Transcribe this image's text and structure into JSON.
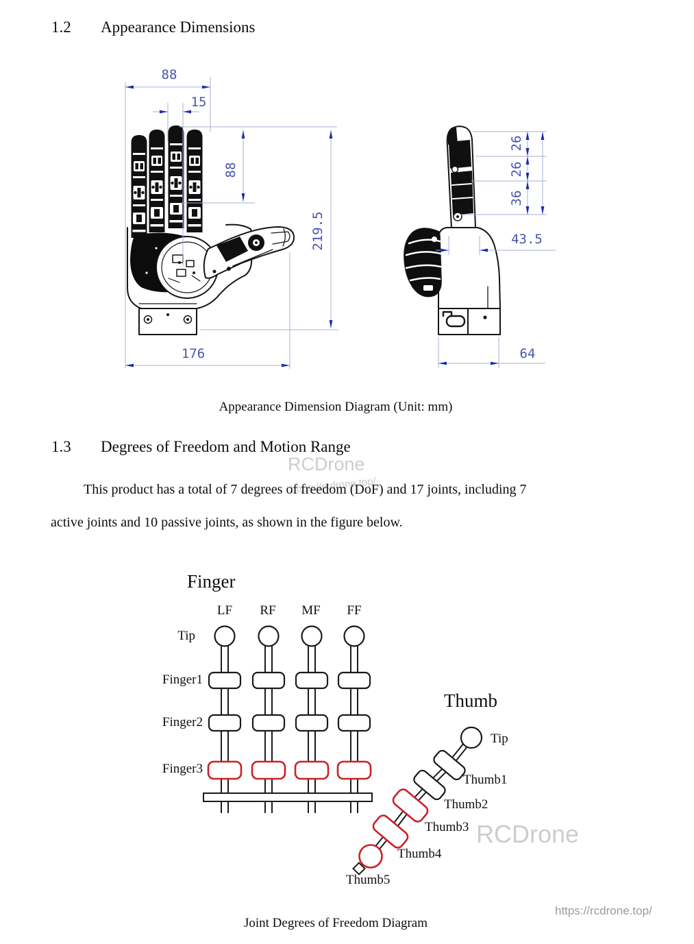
{
  "section_12": {
    "number": "1.2",
    "title": "Appearance Dimensions"
  },
  "dimension_diagram": {
    "caption": "Appearance Dimension Diagram (Unit: mm)",
    "front_view": {
      "fingers_width": "88",
      "finger_width": "15",
      "finger_length": "88",
      "total_height": "219.5",
      "total_width": "176"
    },
    "side_view": {
      "tip_segment": "26",
      "mid_segment": "26",
      "base_segment": "36",
      "thumb_reach": "43.5",
      "base_depth": "64"
    }
  },
  "section_13": {
    "number": "1.3",
    "title": "Degrees of Freedom and Motion Range"
  },
  "paragraph": {
    "line1": "This product has a total of 7 degrees of freedom (DoF) and 17 joints, including 7",
    "line2": "active joints and 10 passive joints, as shown in the figure below."
  },
  "joint_diagram": {
    "caption": "Joint Degrees of Freedom Diagram",
    "finger": {
      "title": "Finger",
      "columns": [
        "LF",
        "RF",
        "MF",
        "FF"
      ],
      "rows": [
        "Tip",
        "Finger1",
        "Finger2",
        "Finger3"
      ]
    },
    "thumb": {
      "title": "Thumb",
      "joints": [
        "Tip",
        "Thumb1",
        "Thumb2",
        "Thumb3",
        "Thumb4",
        "Thumb5"
      ]
    }
  },
  "watermarks": {
    "brand": "RCDrone",
    "url": "https://rcdrone.top/"
  },
  "footer": {
    "url": "https://rcdrone.top/"
  },
  "colors": {
    "dimension_line": "#a8aed6",
    "dimension_arrow": "#1c2ab5",
    "dimension_text": "#4a55ad",
    "joint_red": "#cc2026",
    "ink": "#1a1a1a",
    "watermark_gray": "#c4c4c4"
  }
}
